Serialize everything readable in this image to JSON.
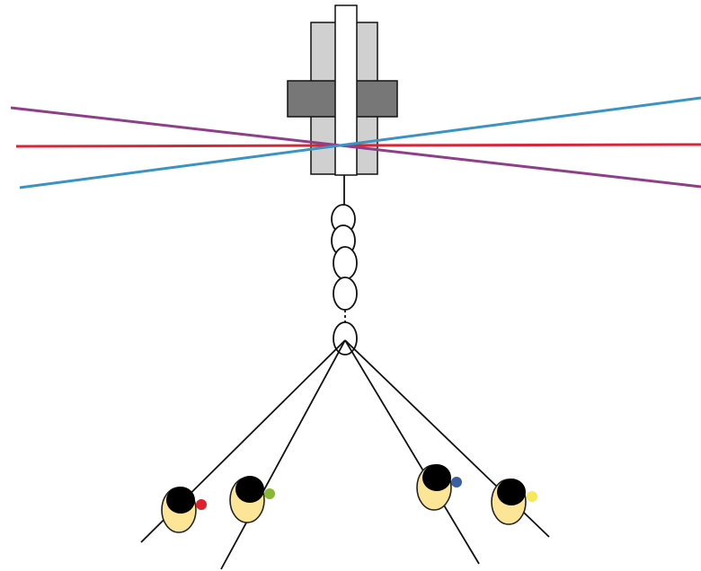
{
  "colors": {
    "background": "#ffffff",
    "outline": "#111111",
    "post_outer_fill": "#d0d0d0",
    "clamp_fill": "#777777",
    "post_core_fill": "#ffffff",
    "beam_red": "#d4283a",
    "beam_purple": "#8e3f8a",
    "beam_blue": "#3a93c3",
    "figure_head": "#fde597",
    "figure_hair": "#000000",
    "marker_red": "#e0212b",
    "marker_green": "#86b834",
    "marker_blue": "#3b5ea0",
    "marker_yellow": "#f7e85a"
  },
  "diagram": {
    "beams": [
      "beam_red",
      "beam_purple",
      "beam_blue"
    ],
    "chain_links": 5,
    "figures": [
      {
        "marker": "marker_red"
      },
      {
        "marker": "marker_green"
      },
      {
        "marker": "marker_blue"
      },
      {
        "marker": "marker_yellow"
      }
    ]
  }
}
